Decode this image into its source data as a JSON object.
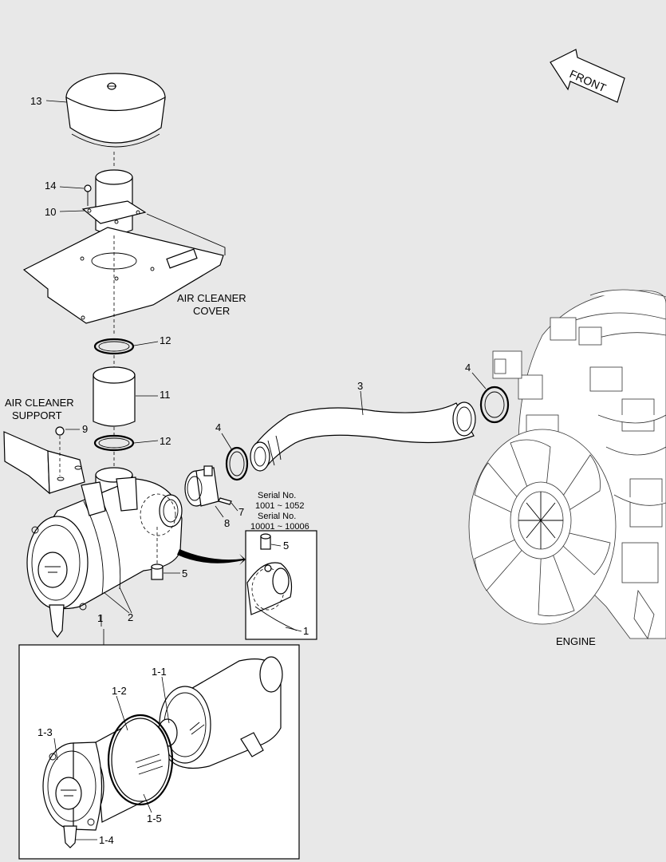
{
  "labels": {
    "front": "FRONT",
    "air_cleaner_cover": [
      "AIR CLEANER",
      "COVER"
    ],
    "air_cleaner_support": [
      "AIR CLEANER",
      "SUPPORT"
    ],
    "engine": "ENGINE",
    "serial_note": [
      "Serial No.",
      "1001 ~ 1052",
      "Serial No.",
      "10001 ~ 10006"
    ]
  },
  "callouts": {
    "p13": "13",
    "p14": "14",
    "p10": "10",
    "p12a": "12",
    "p11": "11",
    "p12b": "12",
    "p9": "9",
    "p4a": "4",
    "p4b": "4",
    "p3": "3",
    "p7": "7",
    "p8": "8",
    "p5a": "5",
    "p5b": "5",
    "p1a": "1",
    "p1b": "1",
    "p2": "2",
    "p1_1": "1-1",
    "p1_2": "1-2",
    "p1_3": "1-3",
    "p1_4": "1-4",
    "p1_5": "1-5"
  }
}
